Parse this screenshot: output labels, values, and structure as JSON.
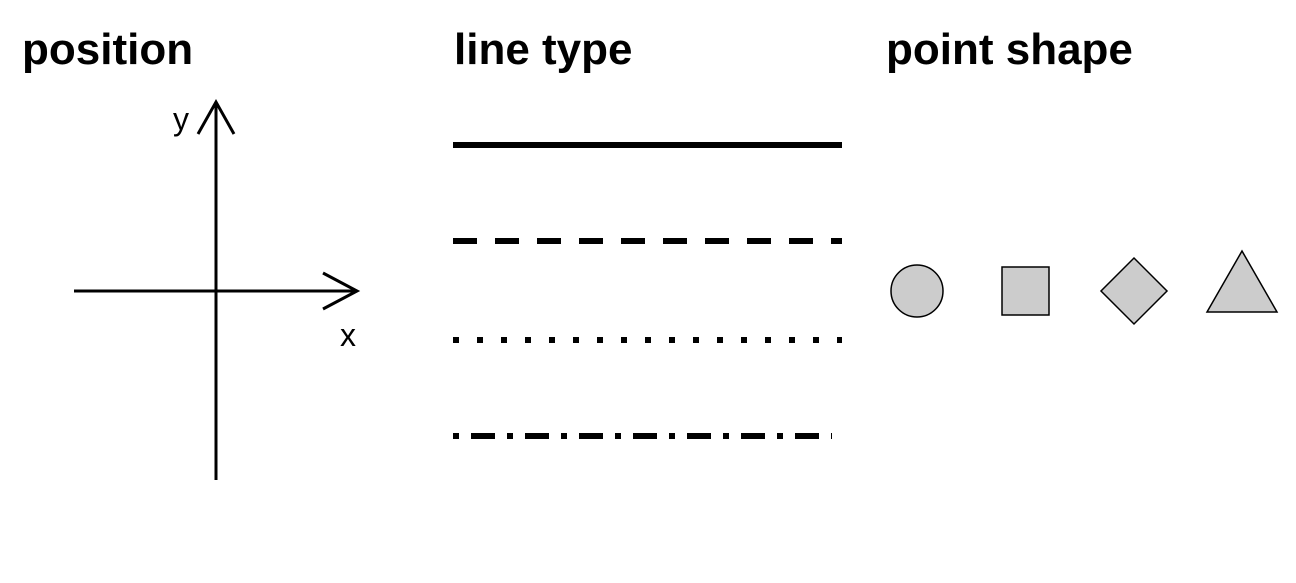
{
  "panels": {
    "position": {
      "title": "position",
      "x_label": "x",
      "y_label": "y"
    },
    "line_type": {
      "title": "line type",
      "styles": [
        "solid",
        "dashed",
        "dotted",
        "dotdash"
      ]
    },
    "point_shape": {
      "title": "point shape",
      "shapes": [
        "circle",
        "square",
        "diamond",
        "triangle"
      ]
    }
  },
  "colors": {
    "stroke": "#000000",
    "shape_fill": "#cccccc",
    "background": "#ffffff"
  }
}
